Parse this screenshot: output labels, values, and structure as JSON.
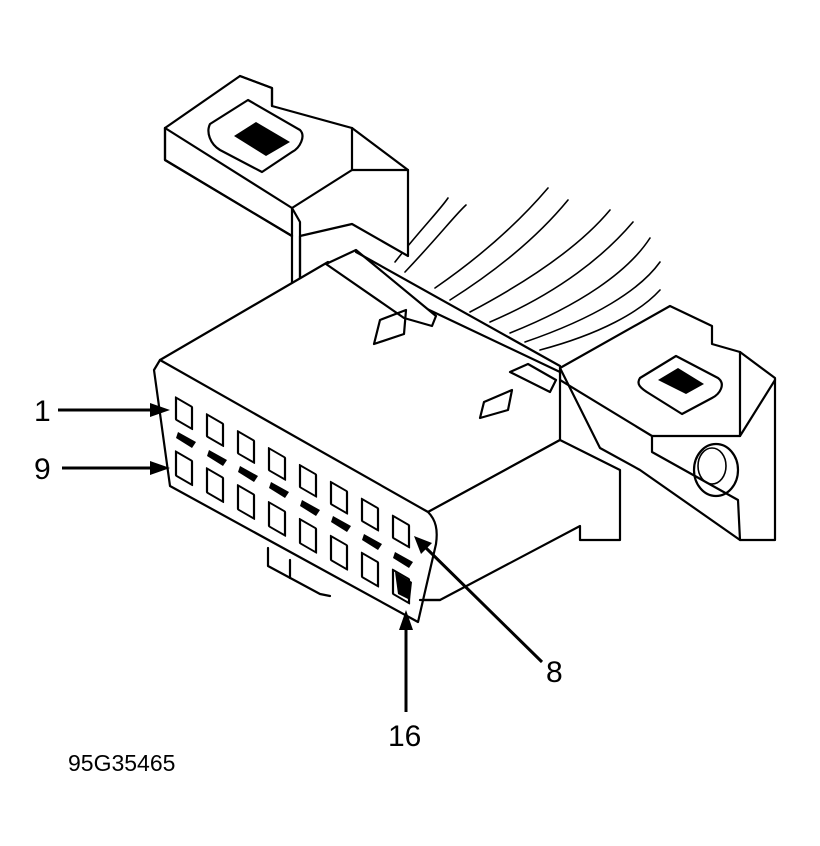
{
  "figure": {
    "id_label": "95G35465",
    "colors": {
      "line": "#000000",
      "background": "#ffffff"
    }
  },
  "callouts": [
    {
      "key": "pin1",
      "label": "1"
    },
    {
      "key": "pin9",
      "label": "9"
    },
    {
      "key": "pin8",
      "label": "8"
    },
    {
      "key": "pin16",
      "label": "16"
    }
  ]
}
